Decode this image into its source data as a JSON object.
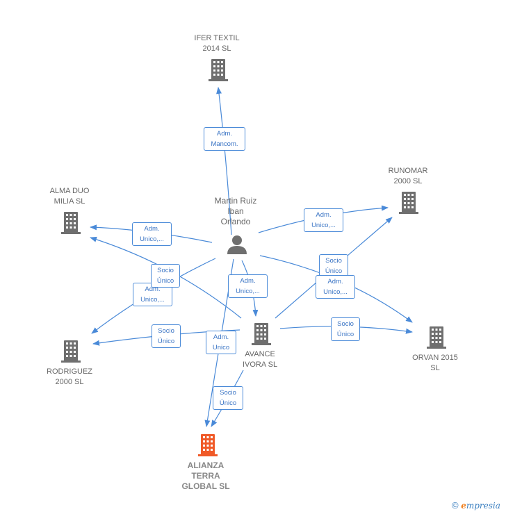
{
  "colors": {
    "edge": "#4a8ad8",
    "building": "#6f6f6f",
    "target_building": "#f05a28",
    "person": "#6f6f6f"
  },
  "person": {
    "name": "Martin Ruiz\nIban\nOrlando",
    "icon": "person-icon"
  },
  "companies": {
    "ifer": "IFER TEXTIL\n2014  SL",
    "runomar": "RUNOMAR\n2000  SL",
    "alma": "ALMA DUO\nMILIA  SL",
    "rodriguez": "RODRIGUEZ\n2000  SL",
    "avance": "AVANCE\nIVORA  SL",
    "orvan": "ORVAN 2015\nSL",
    "alianza": "ALIANZA\nTERRA\nGLOBAL  SL"
  },
  "relations": {
    "person_ifer": "Adm.\nMancom.",
    "person_runomar": "Adm.\nUnico,...",
    "person_alma": "Adm.\nUnico,...",
    "avance_alma": "Socio\nÚnico",
    "person_rodriguez": "Adm.\nUnico,...",
    "avance_rodriguez": "Socio\nÚnico",
    "person_avance": "Adm.\nUnico,...",
    "avance_runomar": "Socio\nÚnico",
    "person_orvan": "Adm.\nUnico,...",
    "avance_orvan": "Socio\nÚnico",
    "person_alianza": "Adm.\nUnico",
    "avance_alianza": "Socio\nÚnico"
  },
  "credit": {
    "symbol": "©",
    "brand_initial": "e",
    "brand_rest": "mpresia"
  }
}
